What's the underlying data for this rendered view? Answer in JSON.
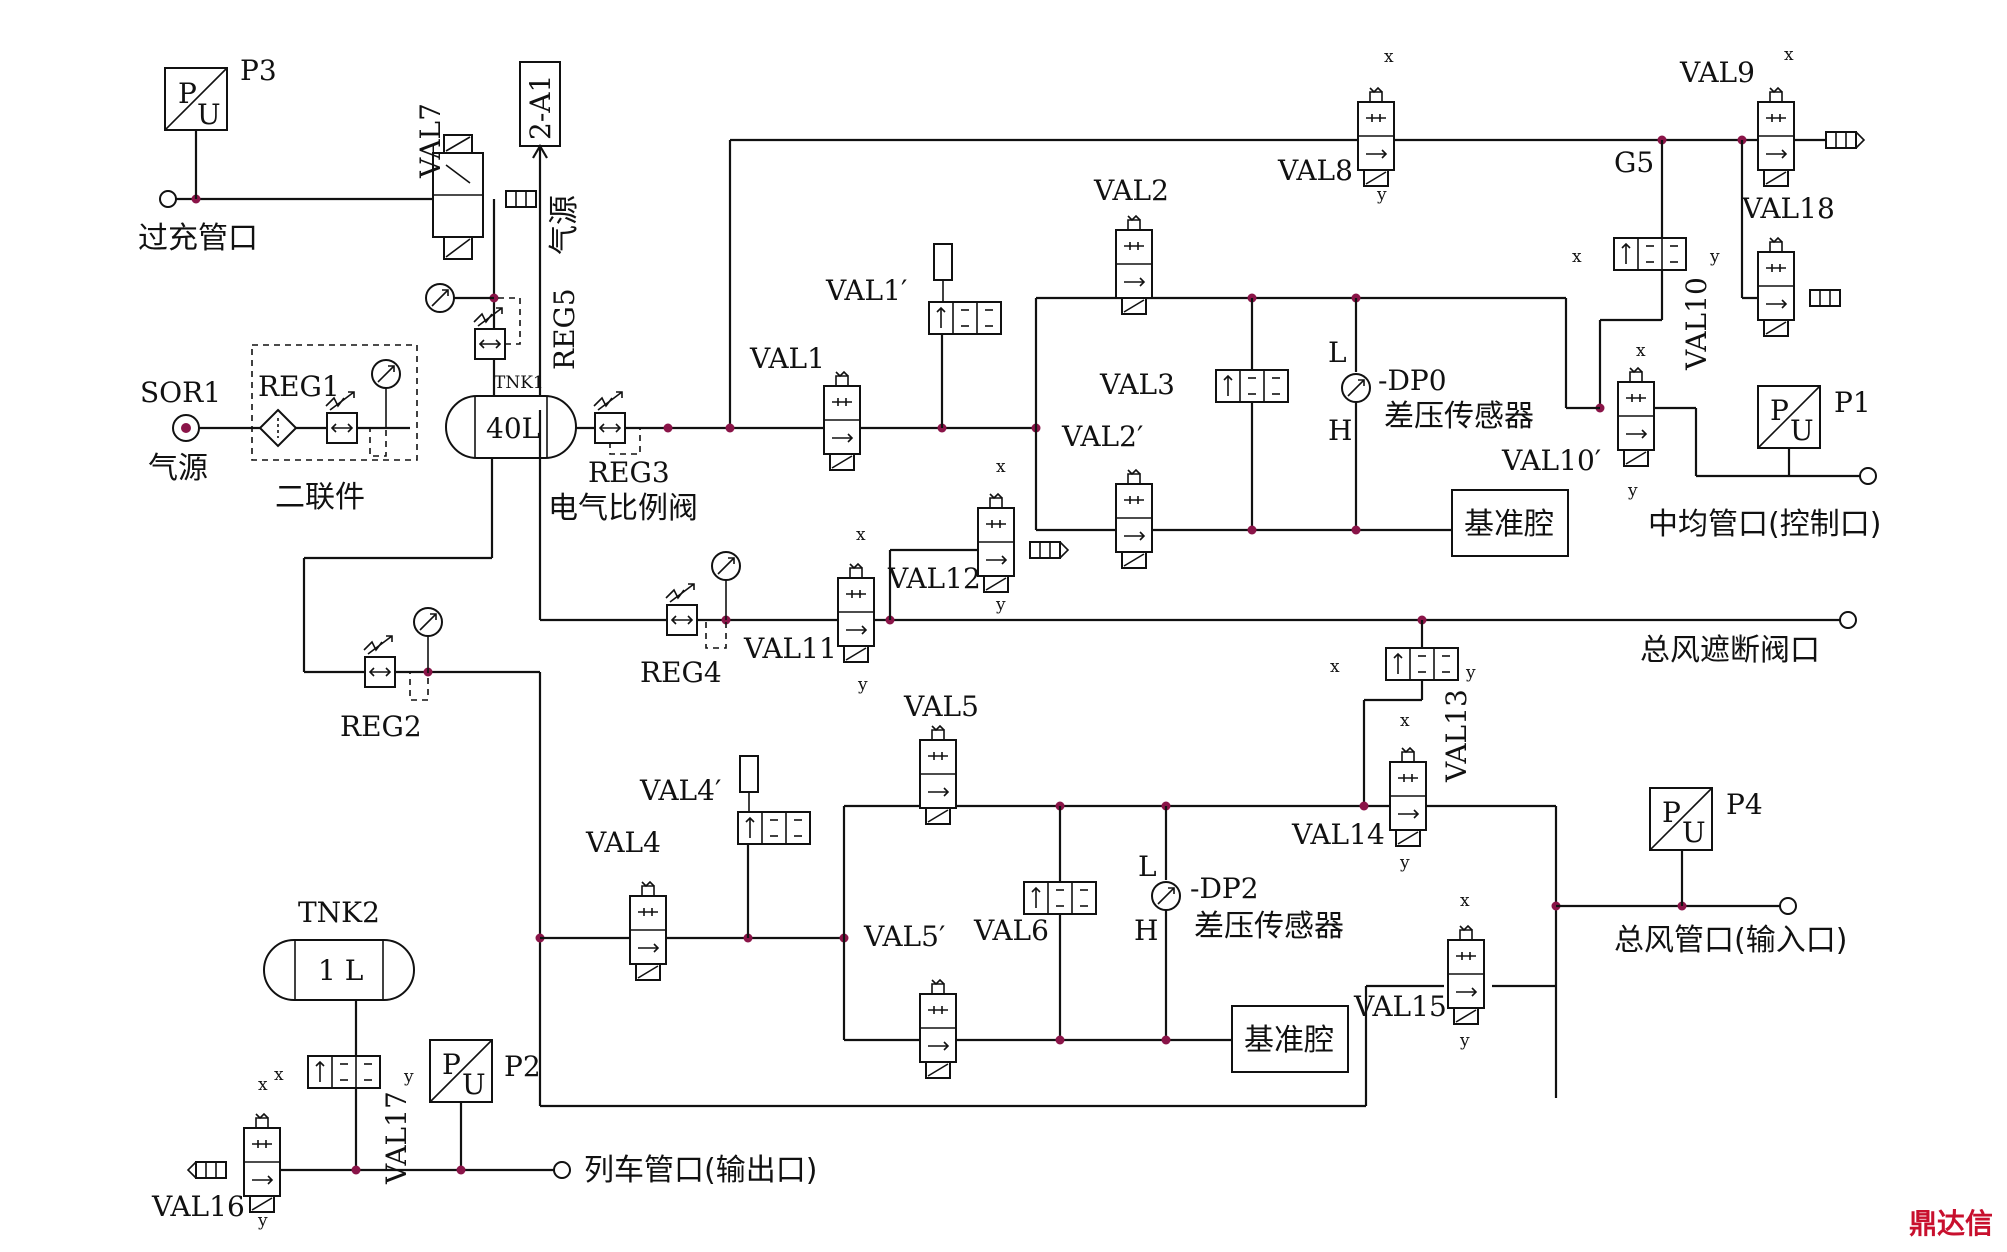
{
  "labels": {
    "p3": "P3",
    "p1": "P1",
    "p2": "P2",
    "p4": "P4",
    "val7": "VAL7",
    "a1": "2-A1",
    "reg5": "REG5",
    "qiyuan_v": "气源",
    "val8": "VAL8",
    "val9": "VAL9",
    "g5": "G5",
    "val18": "VAL18",
    "val10": "VAL10",
    "val10p": "VAL10′",
    "guochong": "过充管口",
    "val2": "VAL2",
    "val1p": "VAL1′",
    "val1": "VAL1",
    "val3": "VAL3",
    "val2p": "VAL2′",
    "l1": "L",
    "h1": "H",
    "dp0": "-DP0",
    "dp0_sensor": "差压传感器",
    "sor1": "SOR1",
    "qiyuan": "气源",
    "reg1": "REG1",
    "erlian": "二联件",
    "tnk1": "TNK1",
    "tank40": "40L",
    "reg3": "REG3",
    "dianqi": "电气比例阀",
    "jizhun1": "基准腔",
    "zhongjun": "中均管口(控制口)",
    "val12": "VAL12",
    "val11": "VAL11",
    "reg4": "REG4",
    "reg2": "REG2",
    "zongfeng_zheduan": "总风遮断阀口",
    "val5": "VAL5",
    "val4p": "VAL4′",
    "val4": "VAL4",
    "val5p": "VAL5′",
    "val6": "VAL6",
    "l2": "L",
    "h2": "H",
    "dp2": "-DP2",
    "dp2_sensor": "差压传感器",
    "jizhun2": "基准腔",
    "val14": "VAL14",
    "val13": "VAL13",
    "val15": "VAL15",
    "zongfeng": "总风管口(输入口)",
    "tnk2": "TNK2",
    "tank1": "1 L",
    "val17": "VAL17",
    "val16": "VAL16",
    "lieche": "列车管口(输出口)",
    "pu_p": "P",
    "pu_u": "U",
    "x": "x",
    "y": "y",
    "watermark": "鼎达信"
  }
}
